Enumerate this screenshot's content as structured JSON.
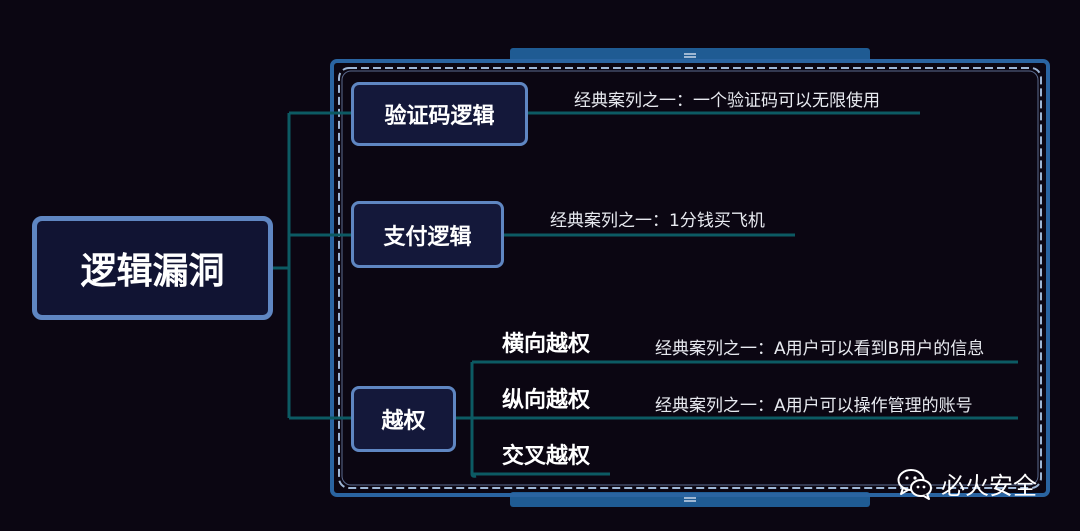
{
  "root": {
    "label": "逻辑漏洞"
  },
  "branches": [
    {
      "label": "验证码逻辑",
      "example": "经典案列之一：一个验证码可以无限使用"
    },
    {
      "label": "支付逻辑",
      "example": "经典案列之一：1分钱买飞机"
    },
    {
      "label": "越权",
      "children": [
        {
          "label": "横向越权",
          "example": "经典案列之一：A用户可以看到B用户的信息"
        },
        {
          "label": "纵向越权",
          "example": "经典案列之一：A用户可以操作管理的账号"
        },
        {
          "label": "交叉越权"
        }
      ]
    }
  ],
  "watermark": {
    "text": "必火安全",
    "icon": "wechat-icon"
  },
  "colors": {
    "background": "#0b0612",
    "connector": "#0c5a63",
    "node_fill": "#14183a",
    "node_border": "#5f86c2",
    "frame_border": "#2f6fae"
  }
}
